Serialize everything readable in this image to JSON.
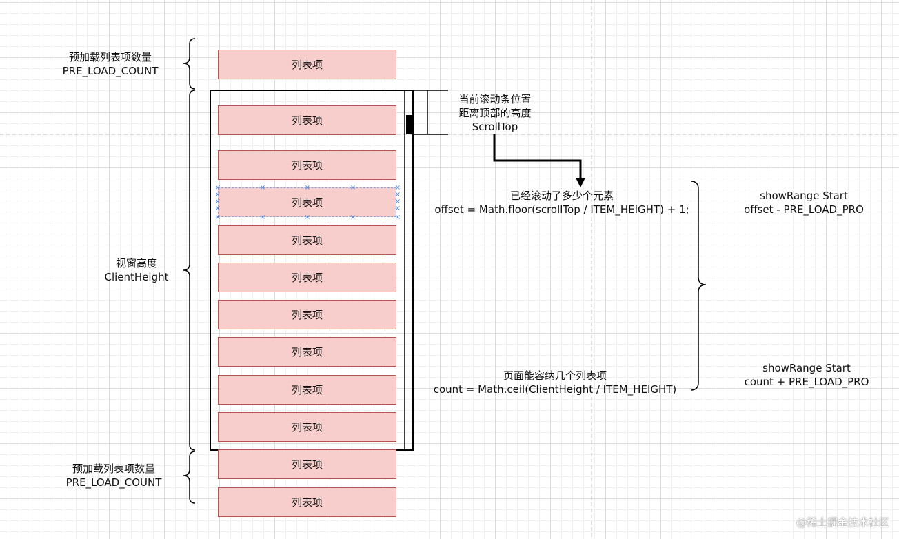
{
  "labels": {
    "preload_top_cn": "预加载列表项数量",
    "preload_top_en": "PRE_LOAD_COUNT",
    "viewport_cn": "视窗高度",
    "viewport_en": "ClientHeight",
    "preload_bottom_cn": "预加载列表项数量",
    "preload_bottom_en": "PRE_LOAD_COUNT",
    "scroll_cn_1": "当前滚动条位置",
    "scroll_cn_2": "距离顶部的高度",
    "scroll_en": "ScrollTop",
    "offset_cn": "已经滚动了多少个元素",
    "offset_formula": "offset = Math.floor(scrollTop / ITEM_HEIGHT) + 1;",
    "count_cn": "页面能容纳几个列表项",
    "count_formula": "count = Math.ceil(ClientHeight / ITEM_HEIGHT)",
    "range_start_title": "showRange Start",
    "range_start_formula": "offset - PRE_LOAD_PRO",
    "range_end_title": "showRange Start",
    "range_end_formula": "count + PRE_LOAD_PRO"
  },
  "list_items": [
    "列表项",
    "列表项",
    "列表项",
    "列表项",
    "列表项",
    "列表项",
    "列表项",
    "列表项",
    "列表项",
    "列表项",
    "列表项",
    "列表项"
  ],
  "watermark": "@稀土掘金技术社区",
  "colors": {
    "item_fill": "#f8cecc",
    "item_stroke": "#b85450",
    "line": "#000000",
    "selection": "#4a7fd6"
  }
}
